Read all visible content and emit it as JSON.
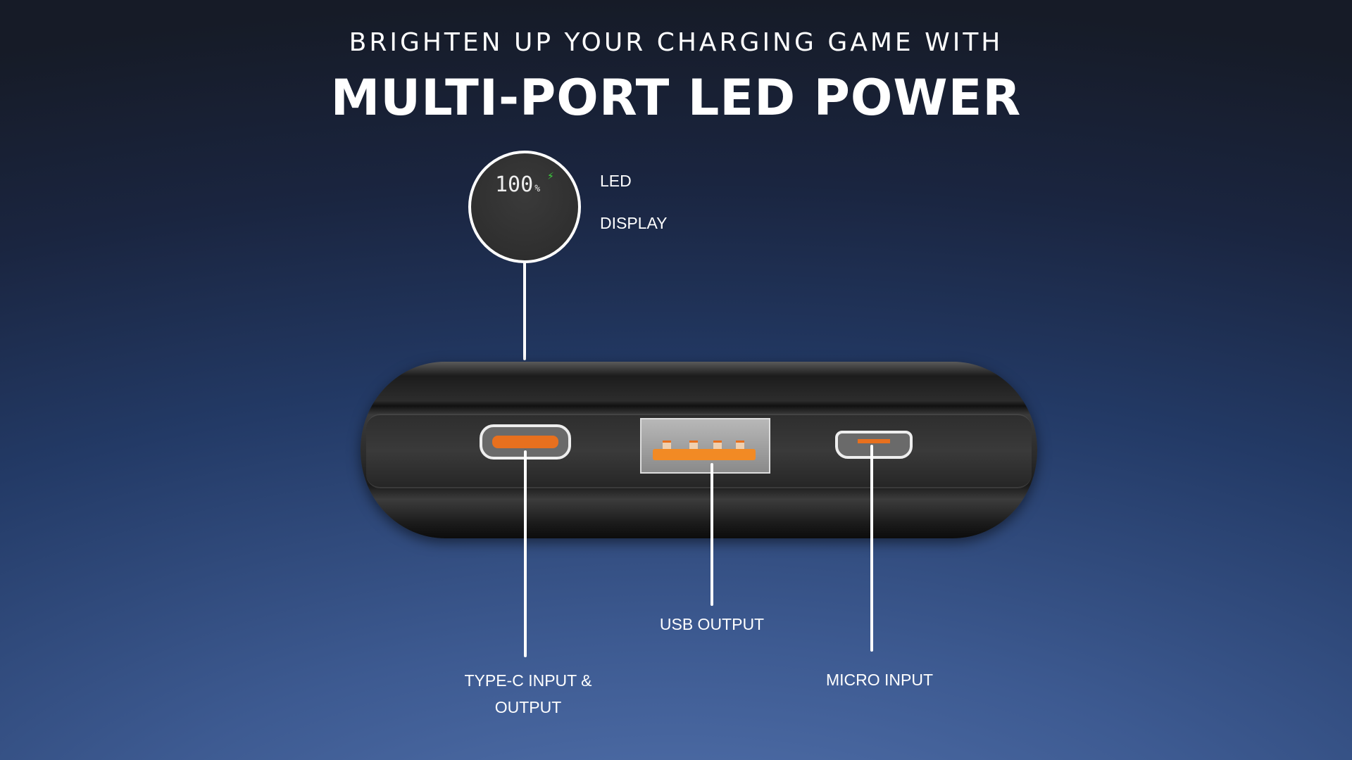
{
  "header": {
    "subtitle": "BRIGHTEN UP YOUR CHARGING GAME WITH",
    "title": "MULTI-PORT LED POWER"
  },
  "led_display": {
    "reading": "100",
    "unit": "%",
    "label_line1": "LED",
    "label_line2": "DISPLAY"
  },
  "ports": {
    "type_c_label_line1": "TYPE-C INPUT &",
    "type_c_label_line2": "OUTPUT",
    "usb_label": "USB OUTPUT",
    "micro_label": "MICRO INPUT"
  },
  "colors": {
    "accent_orange": "#e8701e",
    "charge_green": "#3cd23c",
    "background_dark": "#161b27",
    "background_blue": "#5878b4"
  }
}
